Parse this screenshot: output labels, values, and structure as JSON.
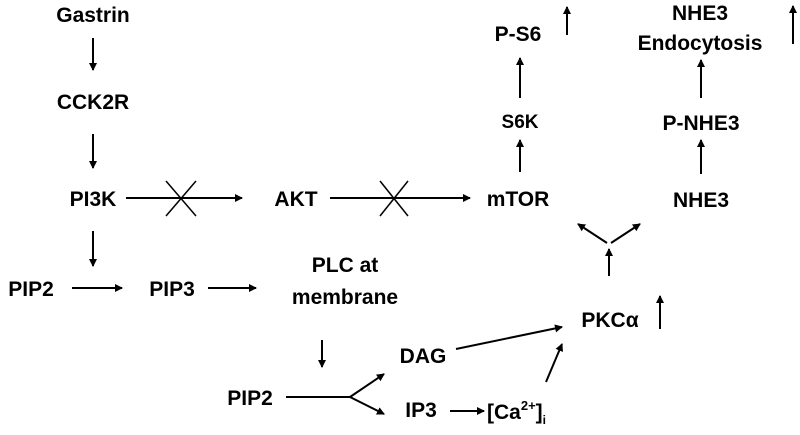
{
  "nodes": {
    "gastrin": "Gastrin",
    "cck2r": "CCK2R",
    "pi3k": "PI3K",
    "akt": "AKT",
    "mtor": "mTOR",
    "s6k": "S6K",
    "ps6": "P-S6",
    "nhe3_endo_line1": "NHE3",
    "nhe3_endo_line2": "Endocytosis",
    "pnhe3": "P-NHE3",
    "nhe3": "NHE3",
    "pip2_left": "PIP2",
    "pip3": "PIP3",
    "plc_line1": "PLC at",
    "plc_line2": "membrane",
    "pkca": "PKCα",
    "dag": "DAG",
    "pip2_bottom": "PIP2",
    "ip3": "IP3",
    "ca_open": "[Ca",
    "ca_sup": "2+",
    "ca_close": "]",
    "ca_sub": "i"
  }
}
